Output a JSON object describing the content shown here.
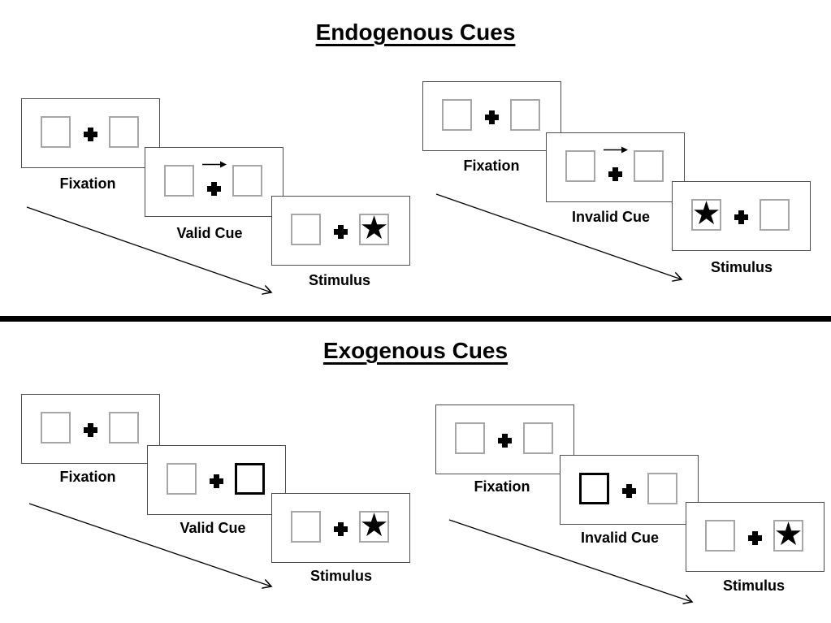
{
  "sections": {
    "endogenous": {
      "title": "Endogenous Cues"
    },
    "exogenous": {
      "title": "Exogenous Cues"
    }
  },
  "labels": {
    "fixation": "Fixation",
    "valid_cue": "Valid Cue",
    "invalid_cue": "Invalid Cue",
    "stimulus": "Stimulus"
  },
  "icons": {
    "star_glyph": "★",
    "cue_arrow": "right-arrow-over-fixation-cross",
    "fixation_cross": "plus-cross",
    "timeline": "diagonal-arrow-down-right"
  },
  "colors": {
    "background": "#ffffff",
    "ink": "#000000",
    "frame_border": "#4d4d4d",
    "placeholder_border": "#a6a6a6",
    "highlight_border": "#000000",
    "divider": "#000000"
  },
  "groups": [
    {
      "section": "endogenous",
      "trial": "valid",
      "frames": [
        "Fixation",
        "Valid Cue",
        "Stimulus"
      ],
      "cue": "central-arrow-right",
      "target_side": "right"
    },
    {
      "section": "endogenous",
      "trial": "invalid",
      "frames": [
        "Fixation",
        "Invalid Cue",
        "Stimulus"
      ],
      "cue": "central-arrow-right",
      "target_side": "left"
    },
    {
      "section": "exogenous",
      "trial": "valid",
      "frames": [
        "Fixation",
        "Valid Cue",
        "Stimulus"
      ],
      "cue": "right-box-bold",
      "target_side": "right"
    },
    {
      "section": "exogenous",
      "trial": "invalid",
      "frames": [
        "Fixation",
        "Invalid Cue",
        "Stimulus"
      ],
      "cue": "left-box-bold",
      "target_side": "right"
    }
  ]
}
